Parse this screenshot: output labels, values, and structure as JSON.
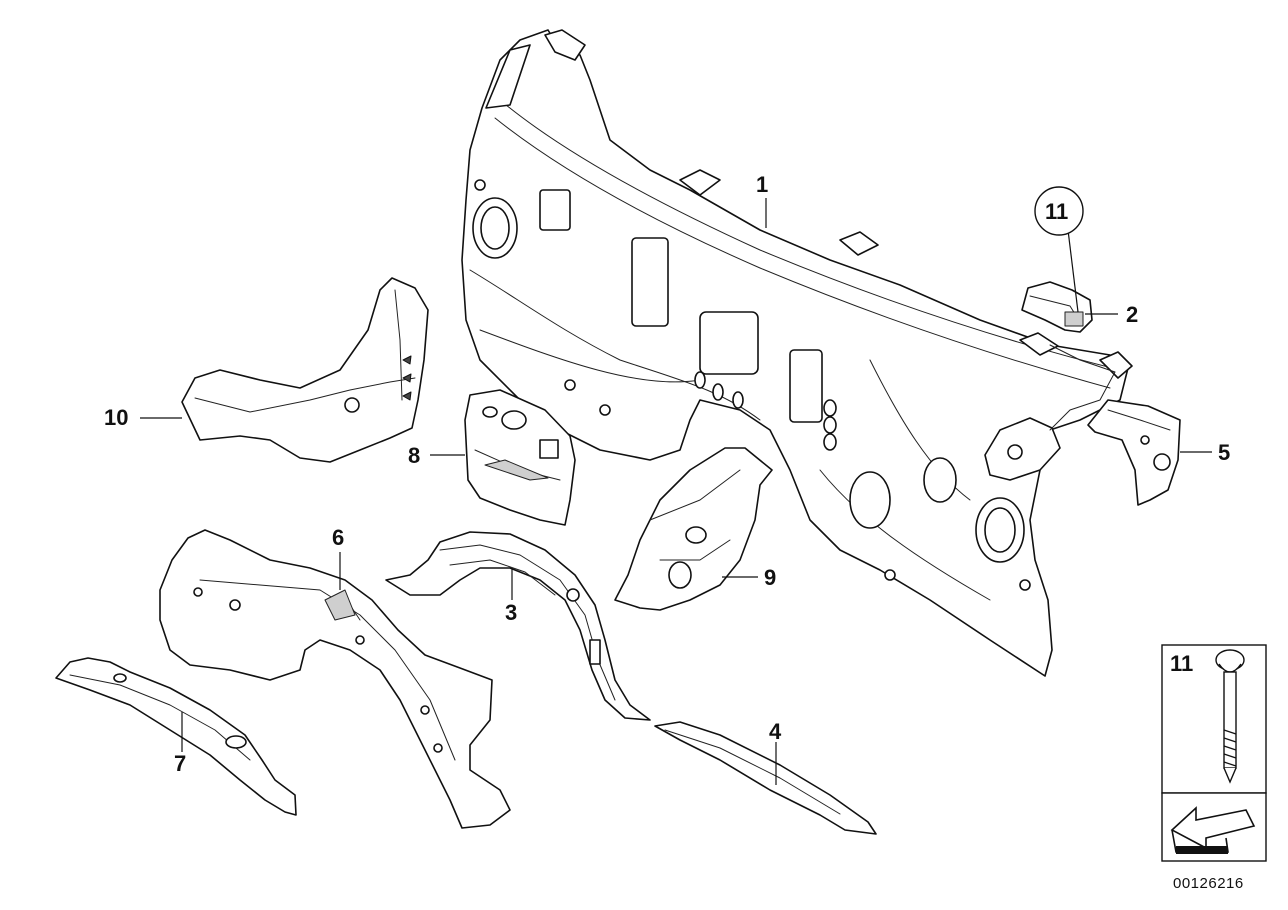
{
  "callouts": {
    "part_1": "1",
    "part_2": "2",
    "part_3": "3",
    "part_4": "4",
    "part_5": "5",
    "part_6": "6",
    "part_7": "7",
    "part_8": "8",
    "part_9": "9",
    "part_10": "10",
    "part_11_circle": "11"
  },
  "legend": {
    "item_number": "11",
    "item_icon": "screw-icon"
  },
  "nav_icon": "direction-arrow-icon",
  "document_id": "00126216"
}
